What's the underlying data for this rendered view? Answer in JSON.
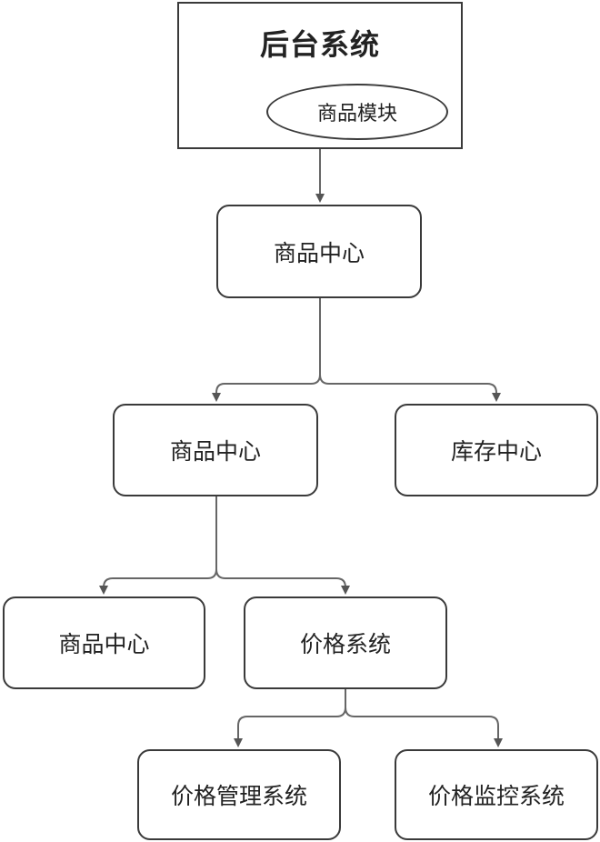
{
  "root": {
    "title": "后台系统",
    "module": "商品模块"
  },
  "level1": {
    "label": "商品中心"
  },
  "level2": {
    "left": "商品中心",
    "right": "库存中心"
  },
  "level3": {
    "left": "商品中心",
    "right": "价格系统"
  },
  "level4": {
    "left": "价格管理系统",
    "right": "价格监控系统"
  }
}
